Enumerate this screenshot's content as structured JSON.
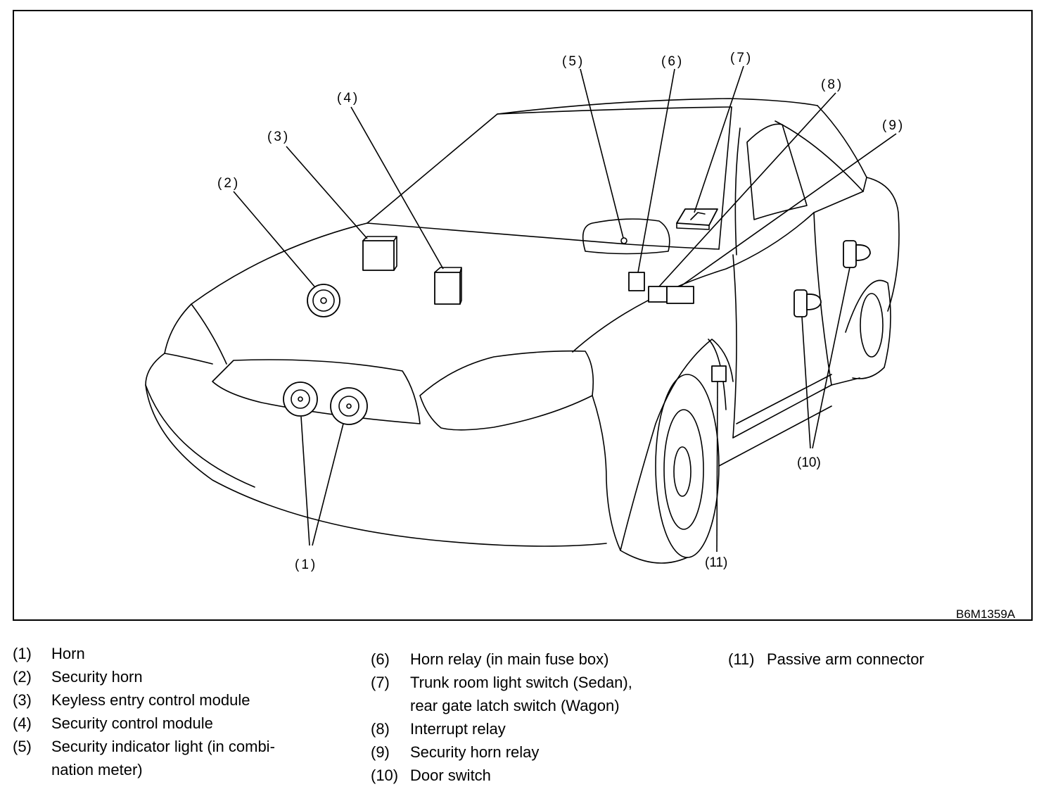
{
  "figure": {
    "code": "B6M1359A",
    "callouts": {
      "c1": "(1)",
      "c2": "(2)",
      "c3": "(3)",
      "c4": "(4)",
      "c5": "(5)",
      "c6": "(6)",
      "c7": "(7)",
      "c8": "(8)",
      "c9": "(9)",
      "c10": "(10)",
      "c11": "(11)"
    }
  },
  "legend": {
    "col1": [
      {
        "num": "(1)",
        "lines": [
          "Horn"
        ]
      },
      {
        "num": "(2)",
        "lines": [
          "Security horn"
        ]
      },
      {
        "num": "(3)",
        "lines": [
          "Keyless entry control module"
        ]
      },
      {
        "num": "(4)",
        "lines": [
          "Security control module"
        ]
      },
      {
        "num": "(5)",
        "lines": [
          "Security indicator light (in combi-",
          "nation meter)"
        ]
      }
    ],
    "col2": [
      {
        "num": "(6)",
        "lines": [
          "Horn relay (in main fuse box)"
        ]
      },
      {
        "num": "(7)",
        "lines": [
          "Trunk room light switch (Sedan),",
          "rear gate latch switch (Wagon)"
        ]
      },
      {
        "num": "(8)",
        "lines": [
          "Interrupt relay"
        ]
      },
      {
        "num": "(9)",
        "lines": [
          "Security horn relay"
        ]
      },
      {
        "num": "(10)",
        "lines": [
          "Door switch"
        ]
      }
    ],
    "col3": [
      {
        "num": "(11)",
        "lines": [
          "Passive arm connector"
        ]
      }
    ]
  }
}
